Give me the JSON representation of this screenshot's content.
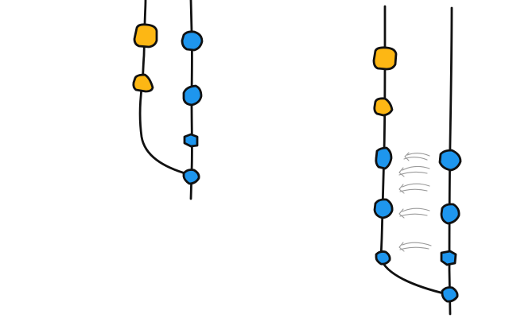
{
  "colors": {
    "background": "#ffffff",
    "stroke": "#111111",
    "node_orange": "#FDB714",
    "node_blue": "#1E96EE",
    "arrow": "#9a9a9a"
  },
  "diagrams": [
    {
      "id": "left",
      "lanes": [
        {
          "id": "left-lane-1",
          "nodes": [
            "orange",
            "orange"
          ]
        },
        {
          "id": "left-lane-2",
          "nodes": [
            "blue",
            "blue",
            "blue",
            "blue"
          ]
        }
      ],
      "merge": {
        "from": "left-lane-1",
        "into": "left-lane-2"
      },
      "arrows": 0
    },
    {
      "id": "right",
      "lanes": [
        {
          "id": "right-lane-1",
          "nodes": [
            "orange",
            "orange",
            "blue",
            "blue",
            "blue"
          ]
        },
        {
          "id": "right-lane-2",
          "nodes": [
            "blue",
            "blue",
            "blue",
            "blue"
          ]
        }
      ],
      "merge": {
        "from": "right-lane-1",
        "into": "right-lane-2"
      },
      "arrows": 5,
      "arrow_direction": "left"
    }
  ]
}
